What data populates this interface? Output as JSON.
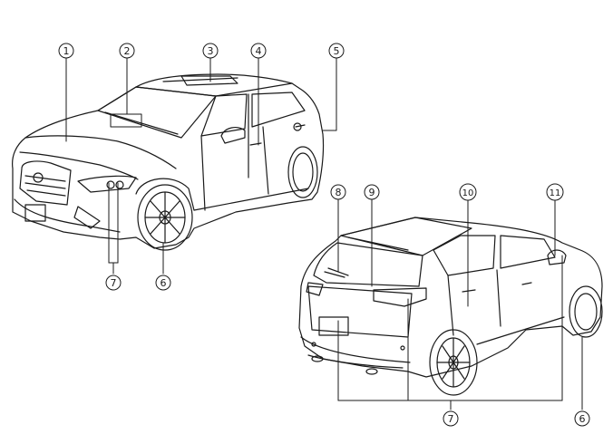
{
  "callouts": {
    "c1": "1",
    "c2": "2",
    "c3": "3",
    "c4": "4",
    "c5": "5",
    "c6_front": "6",
    "c7_front": "7",
    "c8": "8",
    "c9": "9",
    "c10": "10",
    "c11": "11",
    "c7_rear": "7",
    "c6_rear": "6"
  },
  "colors": {
    "line": "#1a1a1a",
    "background": "#ffffff"
  }
}
